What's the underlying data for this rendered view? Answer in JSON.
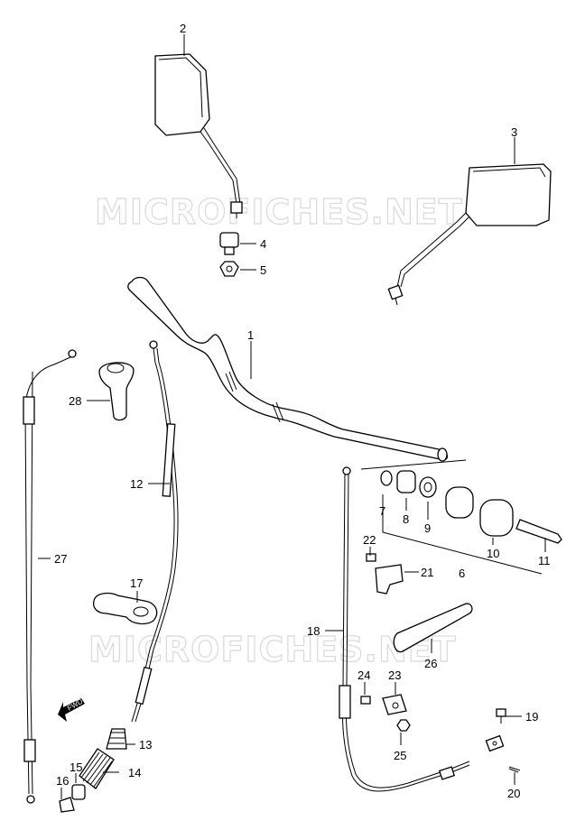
{
  "watermark": "MICROFICHES.NET",
  "fwd_label": "FWD",
  "callouts": {
    "c1": "1",
    "c2": "2",
    "c3": "3",
    "c4": "4",
    "c5": "5",
    "c6": "6",
    "c7": "7",
    "c8": "8",
    "c9": "9",
    "c10": "10",
    "c11": "11",
    "c12": "12",
    "c13": "13",
    "c14": "14",
    "c15": "15",
    "c16": "16",
    "c17": "17",
    "c18": "18",
    "c19": "19",
    "c20": "20",
    "c21": "21",
    "c22": "22",
    "c23": "23",
    "c24": "24",
    "c25": "25",
    "c26": "26",
    "c27": "27",
    "c28": "28"
  }
}
